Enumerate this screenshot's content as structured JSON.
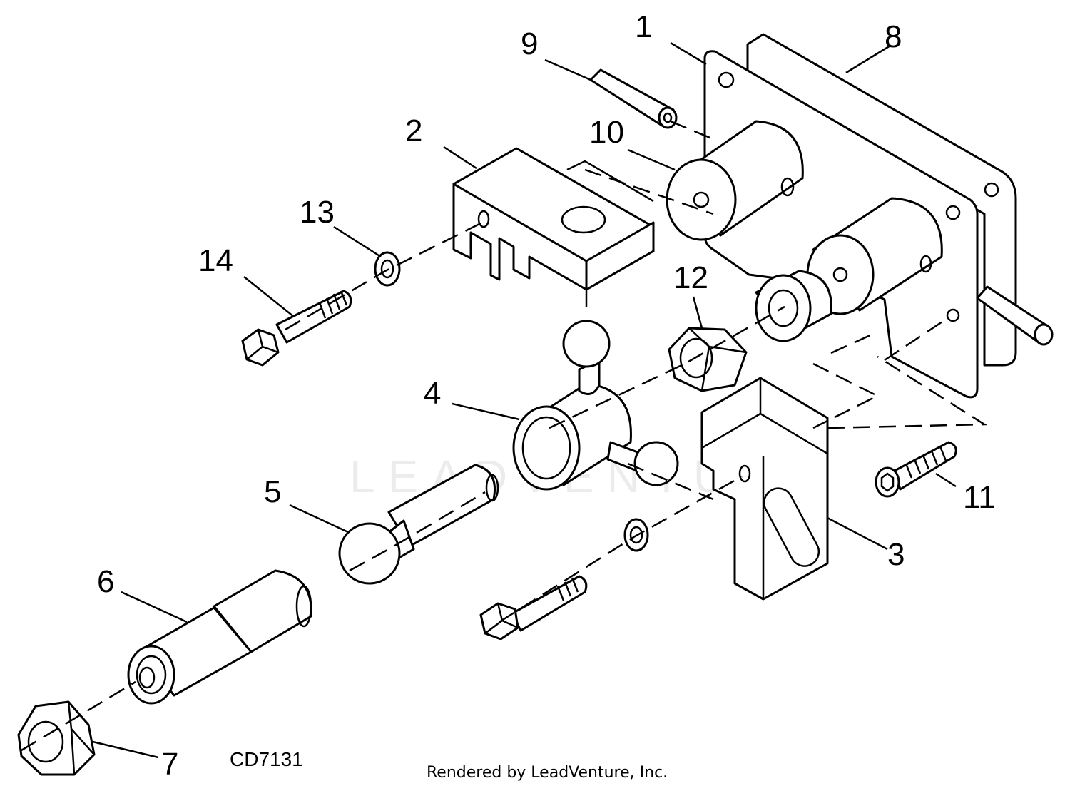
{
  "diagram": {
    "callouts": [
      "1",
      "2",
      "3",
      "4",
      "5",
      "6",
      "7",
      "8",
      "9",
      "10",
      "11",
      "12",
      "13",
      "14"
    ],
    "drawing_code": "CD7131",
    "credit": "Rendered by LeadVenture, Inc.",
    "watermark": "LEADVENTURE"
  }
}
